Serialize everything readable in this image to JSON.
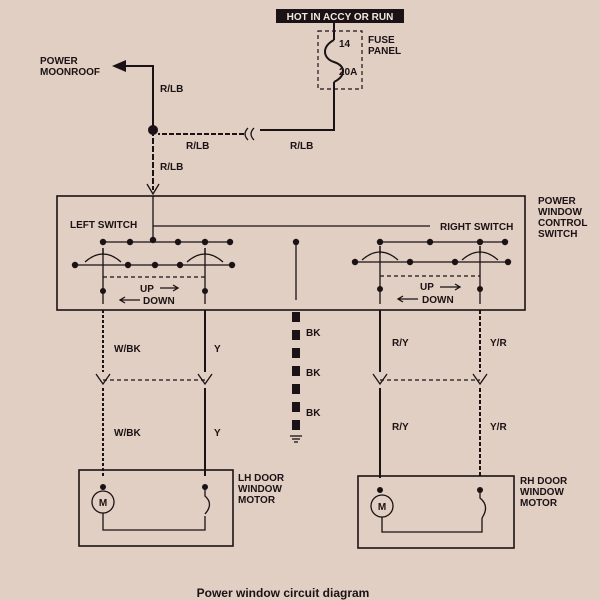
{
  "power_source": {
    "label": "HOT IN ACCY OR RUN"
  },
  "fuse": {
    "number": "14",
    "rating": "20A",
    "panel_label_1": "FUSE",
    "panel_label_2": "PANEL"
  },
  "moonroof": {
    "label_1": "POWER",
    "label_2": "MOONROOF"
  },
  "wire_colors": {
    "red_lt_blue": "R/LB",
    "white_black": "W/BK",
    "yellow": "Y",
    "black": "BK",
    "red_yellow": "R/Y",
    "yellow_red": "Y/R"
  },
  "control_switch": {
    "label_1": "POWER",
    "label_2": "WINDOW",
    "label_3": "CONTROL",
    "label_4": "SWITCH"
  },
  "left_switch": {
    "label": "LEFT SWITCH",
    "up": "UP",
    "down": "DOWN"
  },
  "right_switch": {
    "label": "RIGHT SWITCH",
    "up": "UP",
    "down": "DOWN"
  },
  "lh_motor": {
    "label_1": "LH DOOR",
    "label_2": "WINDOW",
    "label_3": "MOTOR",
    "symbol": "M"
  },
  "rh_motor": {
    "label_1": "RH DOOR",
    "label_2": "WINDOW",
    "label_3": "MOTOR",
    "symbol": "M"
  },
  "caption": "Power window circuit diagram"
}
